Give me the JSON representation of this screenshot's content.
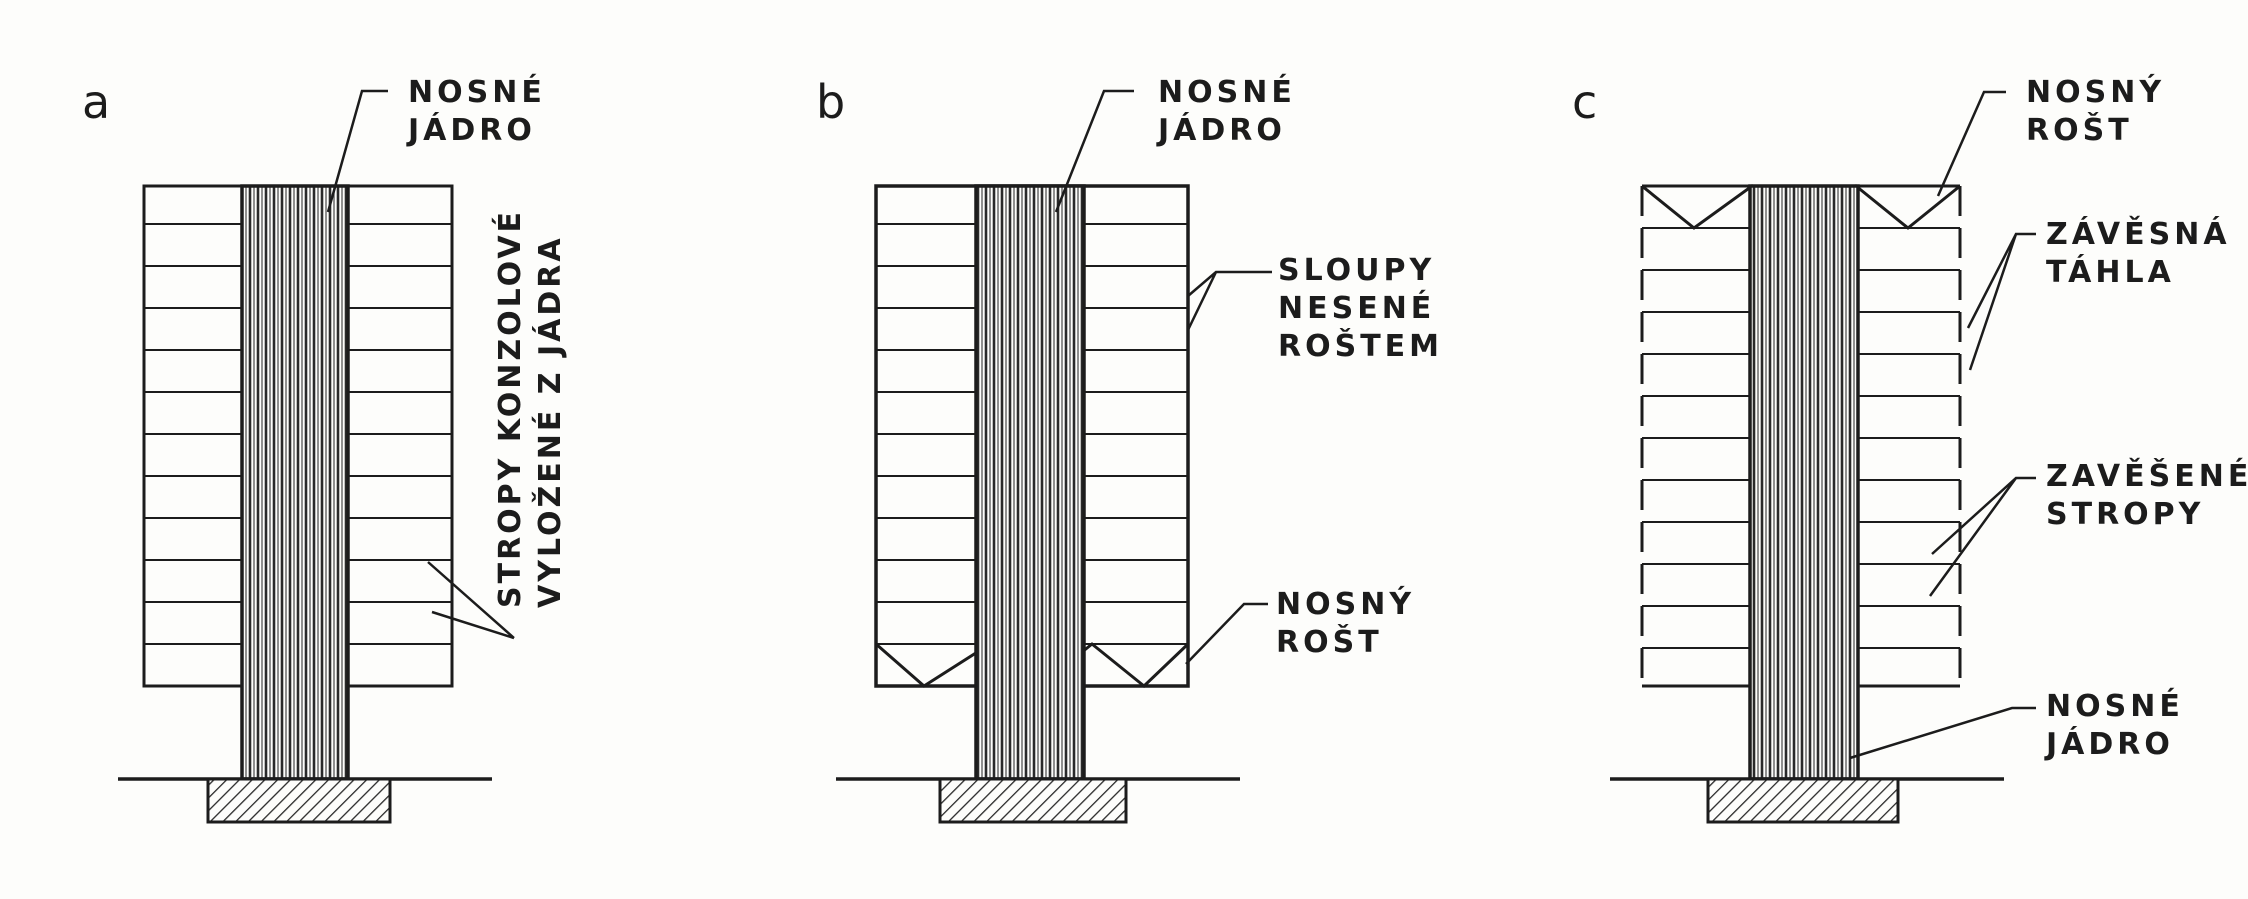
{
  "panels": [
    {
      "letter": "a",
      "label_core": [
        "NOSNÉ",
        "JÁDRO"
      ],
      "label_floors": [
        "STROPY KONZOLOVÉ",
        "VYLOŽENÉ Z JÁDRA"
      ]
    },
    {
      "letter": "b",
      "label_core": [
        "NOSNÉ",
        "JÁDRO"
      ],
      "label_columns": [
        "SLOUPY",
        "NESENÉ",
        "ROŠTEM"
      ],
      "label_grid": [
        "NOSNÝ",
        "ROŠT"
      ]
    },
    {
      "letter": "c",
      "label_grid": [
        "NOSNÝ",
        "ROŠT"
      ],
      "label_hangers": [
        "ZÁVĚSNÁ",
        "TÁHLA"
      ],
      "label_floors": [
        "ZAVĚŠENÉ",
        "STROPY"
      ],
      "label_core": [
        "NOSNÉ",
        "JÁDRO"
      ]
    }
  ]
}
